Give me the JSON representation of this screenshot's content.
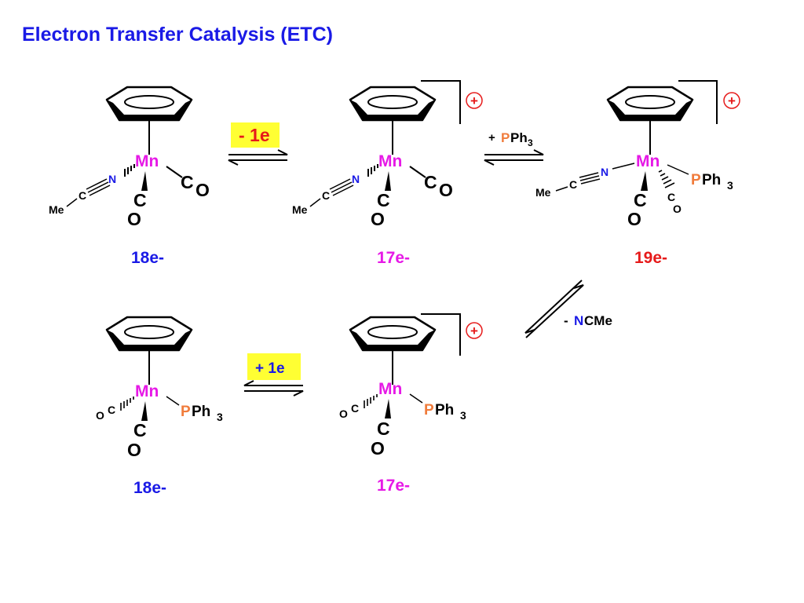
{
  "title": "Electron Transfer Catalysis (ETC)",
  "colors": {
    "title": "#1a1ae6",
    "metal": "#e619e6",
    "nitrogen": "#1a1ae6",
    "phosphorus": "#f07c3c",
    "count_18e": "#1a1ae6",
    "count_17e": "#e619e6",
    "count_19e": "#e61a1a",
    "highlight": "#ffff33",
    "charge_circle": "#e61a1a"
  },
  "labels": {
    "metal": "Mn",
    "carbon": "C",
    "oxygen": "O",
    "nitrogen": "N",
    "methyl": "Me",
    "phosphorus": "P",
    "phenyl3": "Ph",
    "subscript3": "3",
    "plus": "+",
    "minus": "-"
  },
  "electron_counts": {
    "s1": "18e-",
    "s2": "17e-",
    "s3": "19e-",
    "s4": "17e-",
    "s5": "18e-"
  },
  "arrows": {
    "oxidation": "- 1e",
    "reduction": "+ 1e",
    "ligand_add_sign": "+",
    "ligand_add": "PPh3",
    "ligand_loss_sign": "-",
    "ligand_loss_rest": "CMe"
  }
}
